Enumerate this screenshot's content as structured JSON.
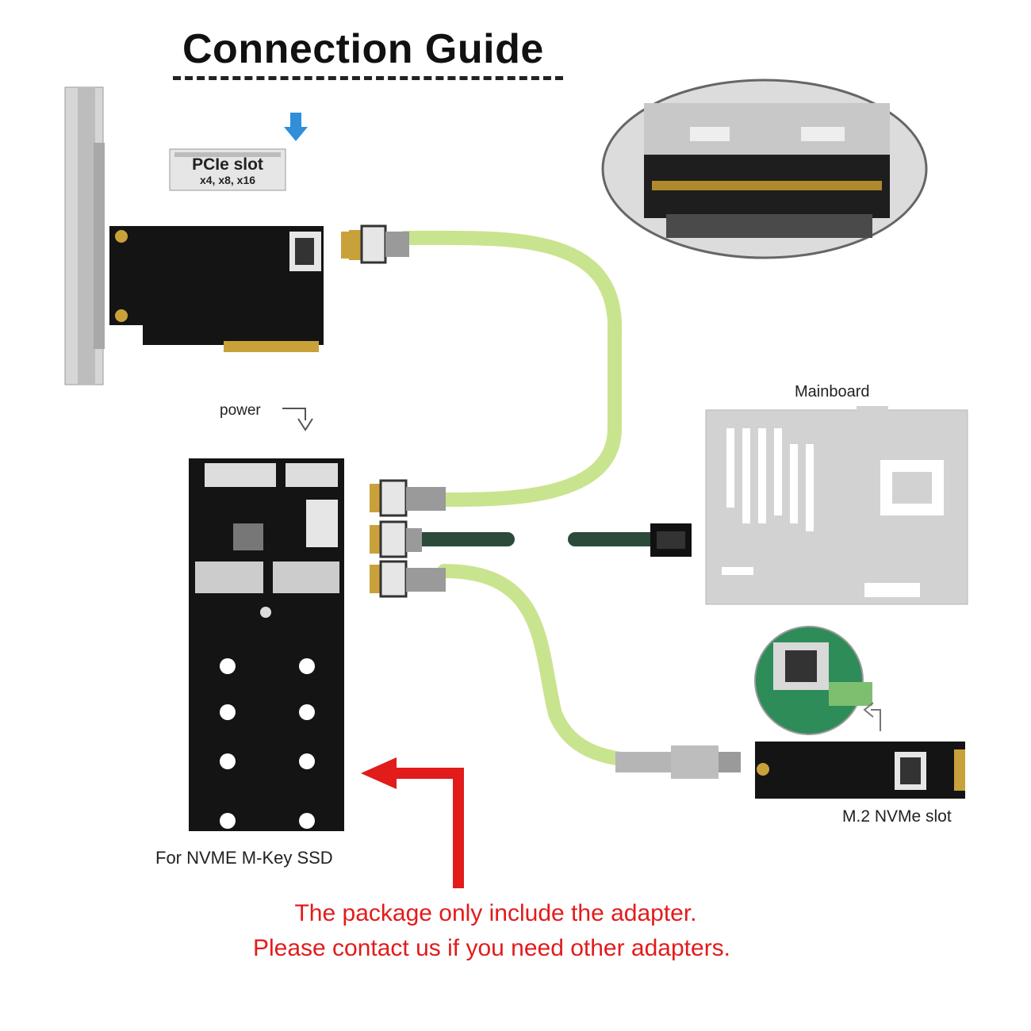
{
  "title": "Connection Guide",
  "labels": {
    "pcie_slot": "PCIe slot",
    "pcie_widths": "x4, x8, x16",
    "power": "power",
    "mainboard": "Mainboard",
    "nvme_ssd": "For NVME M-Key SSD",
    "m2_slot": "M.2 NVMe slot"
  },
  "note": {
    "line1": "The package only include the adapter.",
    "line2": "Please contact us if you need other adapters."
  },
  "colors": {
    "cable_green": "#c9e48e",
    "board_black": "#141414",
    "mainboard_gray": "#d2d2d2",
    "arrow_red": "#e21b1b",
    "arrow_blue": "#2f8fd8"
  }
}
